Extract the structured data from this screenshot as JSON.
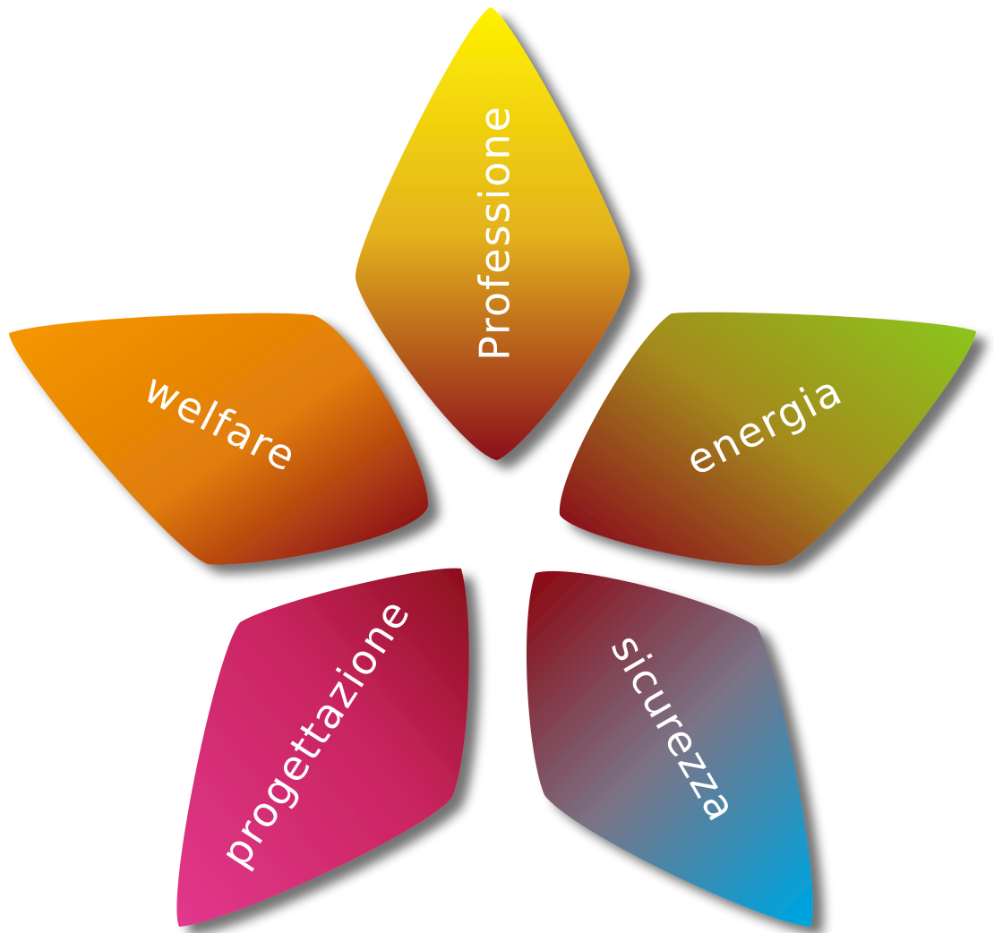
{
  "petals": [
    {
      "id": "professione",
      "label": "Professione",
      "gradient": [
        "#fff200",
        "#e3b21e",
        "#8b0f1a"
      ]
    },
    {
      "id": "welfare",
      "label": "welfare",
      "gradient": [
        "#f39400",
        "#e07d09",
        "#8b0f1a"
      ]
    },
    {
      "id": "energia",
      "label": "energia",
      "gradient": [
        "#8cc31d",
        "#a48a1d",
        "#8b0f1a"
      ]
    },
    {
      "id": "progettazione",
      "label": "progettazione",
      "gradient": [
        "#e2388d",
        "#c8245e",
        "#8b0f1a"
      ]
    },
    {
      "id": "sicurezza",
      "label": "sicurezza",
      "gradient": [
        "#00a2dc",
        "#7a7487",
        "#8b0f1a"
      ]
    }
  ]
}
